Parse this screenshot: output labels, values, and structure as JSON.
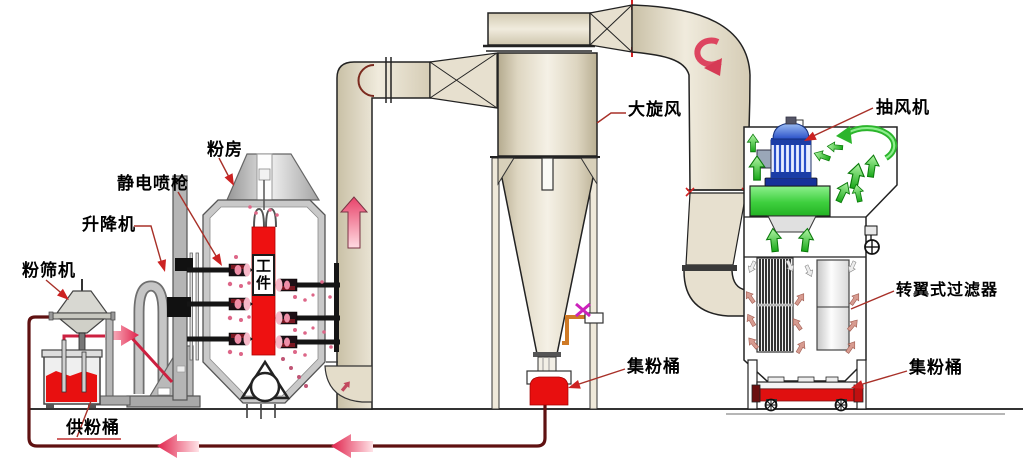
{
  "labels": {
    "powder_room": "粉房",
    "electrostatic_gun": "静电喷枪",
    "lifter": "升降机",
    "powder_sieve": "粉筛机",
    "supply_barrel": "供粉桶",
    "workpiece": "工件",
    "cyclone": "大旋风",
    "exhaust_fan": "抽风机",
    "rotary_filter": "转翼式过滤器",
    "collect_barrel_cyclone": "集粉桶",
    "collect_barrel_filter": "集粉桶"
  },
  "colors": {
    "powder_red": "#ee1111",
    "supply_pipe_red": "#cc2040",
    "recirc_pipe_maroon": "#5f1111",
    "airflow_green": "#22b422",
    "motor_blue": "#2a50c8",
    "duct_beige": "#e9e2d0",
    "leader_red": "#a83028"
  }
}
